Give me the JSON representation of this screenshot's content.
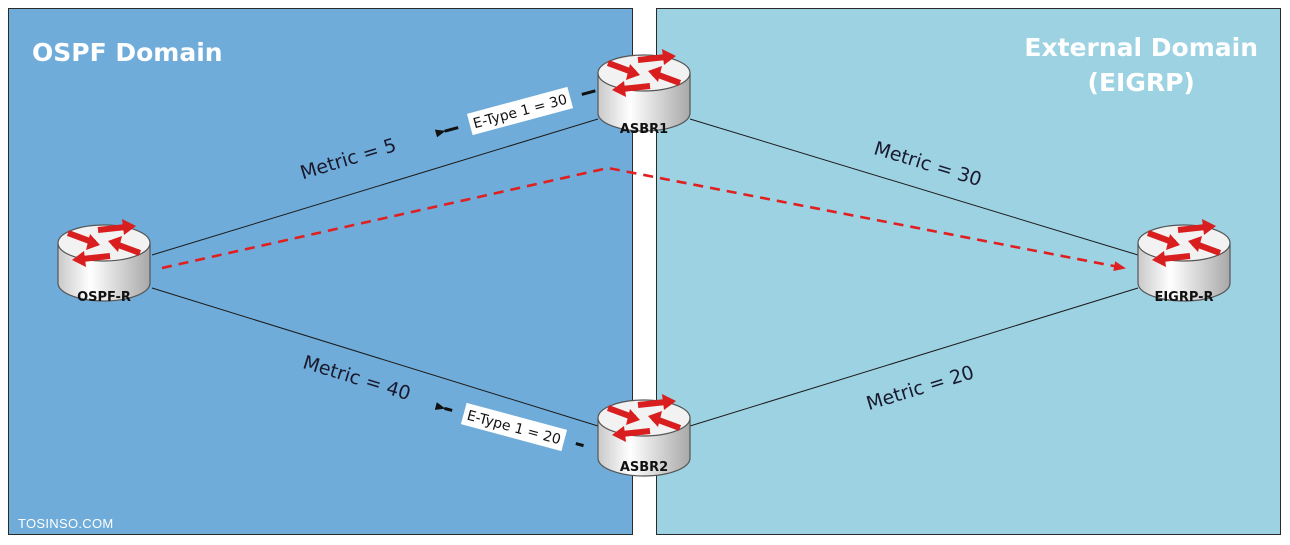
{
  "domains": {
    "ospf": {
      "title": "OSPF Domain",
      "color": "#70acd9"
    },
    "external": {
      "title_line1": "External Domain",
      "title_line2": "(EIGRP)",
      "color": "#9dd2e3"
    }
  },
  "routers": {
    "ospf_r": "OSPF-R",
    "asbr1": "ASBR1",
    "asbr2": "ASBR2",
    "eigrp_r": "EIGRP-R"
  },
  "links": {
    "ospf_asbr1": "Metric = 5",
    "ospf_asbr2": "Metric = 40",
    "asbr1_eigrp": "Metric = 30",
    "asbr2_eigrp": "Metric = 20"
  },
  "lsa_labels": {
    "asbr1": "E-Type 1 = 30",
    "asbr2": "E-Type 1 = 20"
  },
  "path_color": "#e02020",
  "watermark": "TOSINSO.COM"
}
